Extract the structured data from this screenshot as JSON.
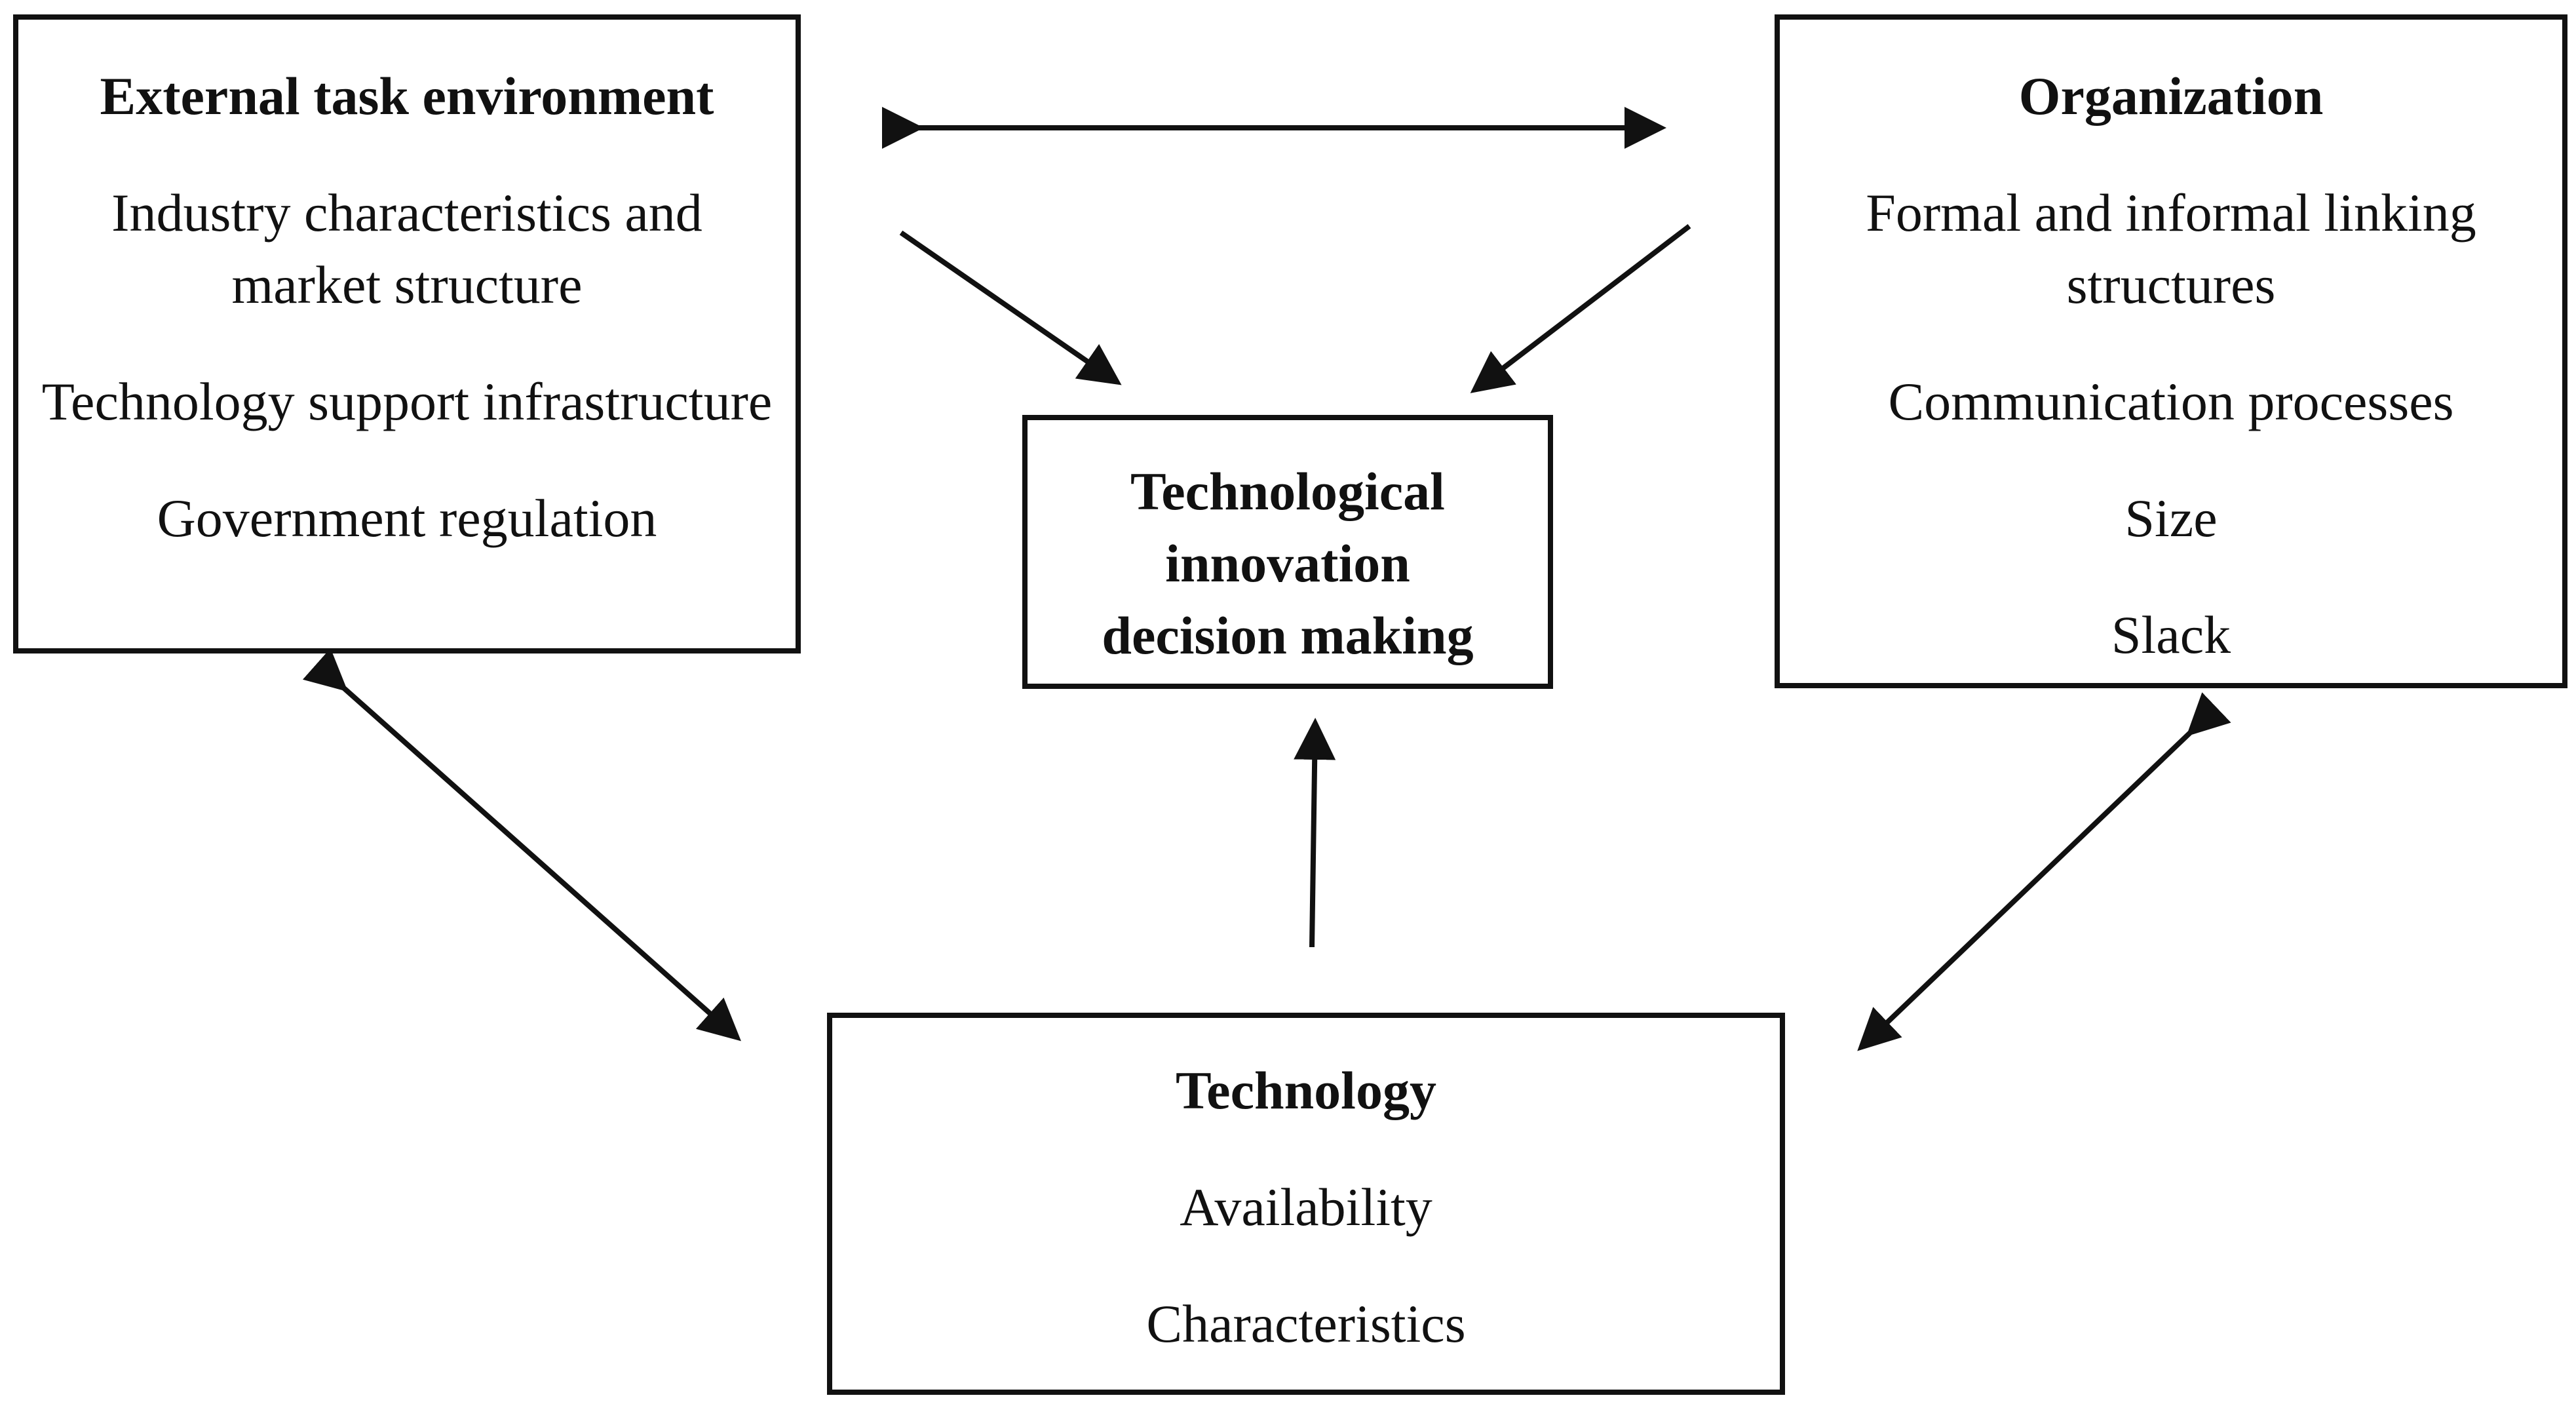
{
  "external": {
    "title": "External task environment",
    "items": [
      "Industry characteristics and market structure",
      "Technology support infrastructure",
      "Government regulation"
    ]
  },
  "organization": {
    "title": "Organization",
    "items": [
      "Formal and informal linking structures",
      "Communication processes",
      "Size",
      "Slack"
    ]
  },
  "center": {
    "title_lines": [
      "Technological",
      "innovation",
      "decision making"
    ]
  },
  "technology": {
    "title": "Technology",
    "items": [
      "Availability",
      "Characteristics"
    ]
  },
  "colors": {
    "line": "#111111",
    "background": "#ffffff"
  }
}
